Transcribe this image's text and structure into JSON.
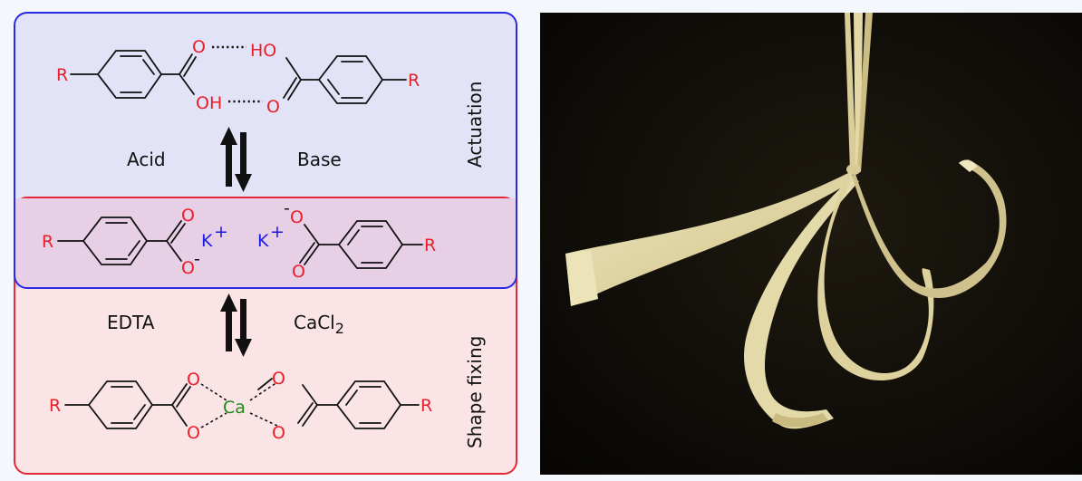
{
  "panel_top": {
    "reagent_left": "Acid",
    "reagent_right": "Base",
    "side_label": "Actuation",
    "left_R": "R",
    "right_R": "R",
    "O_top": "O",
    "HO_top": "HO",
    "OH_bottom": "OH",
    "O_bottom": "O"
  },
  "panel_middle": {
    "left_R": "R",
    "right_R": "R",
    "O_top_left": "O",
    "O_bottom_left": "O",
    "O_top_right": "O",
    "O_bottom_right": "O",
    "minus": "-",
    "cation": "K",
    "plus": "+"
  },
  "panel_bottom": {
    "reagent_left": "EDTA",
    "reagent_right_main": "CaCl",
    "reagent_right_sub": "2",
    "side_label": "Shape fixing",
    "left_R": "R",
    "right_R": "R",
    "calcium": "Ca",
    "O_top_left": "O",
    "O_bottom_left": "O",
    "O_top_right": "O",
    "O_bottom_right": "O"
  },
  "colors": {
    "top_panel_fill": "#e3e3f8",
    "top_panel_border": "#2a2ae6",
    "bottom_panel_fill": "#fbe4e6",
    "bottom_panel_border": "#e52a36",
    "overlap_fill": "#e7cfe6",
    "photo_background": "#0d0b07",
    "ribbon_color": "#e8ddb0",
    "atom_red": "#e8202a",
    "atom_blue": "#1a1ae0",
    "atom_green": "#1b8a1b"
  },
  "photo": {
    "subject": "ribbon-actuator-photo"
  }
}
